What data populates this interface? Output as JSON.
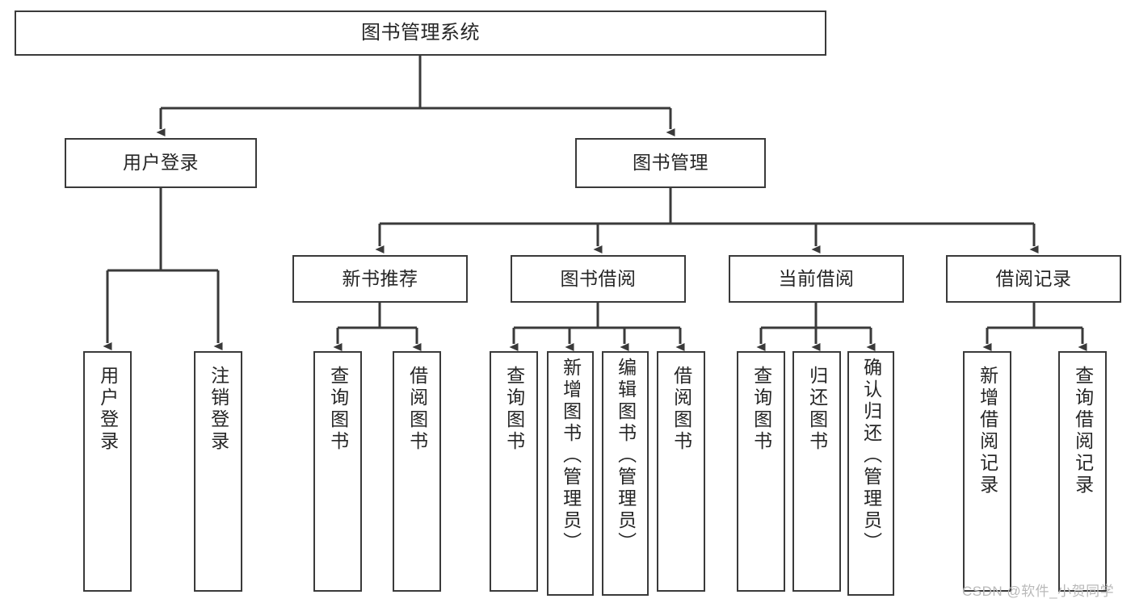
{
  "diagram": {
    "type": "tree",
    "title": "图书管理系统",
    "root": {
      "label": "图书管理系统"
    },
    "level2": [
      {
        "label": "用户登录"
      },
      {
        "label": "图书管理"
      }
    ],
    "level3": [
      {
        "label": "新书推荐"
      },
      {
        "label": "图书借阅"
      },
      {
        "label": "当前借阅"
      },
      {
        "label": "借阅记录"
      }
    ],
    "leaves": {
      "user_login": [
        {
          "label": "用户登录"
        },
        {
          "label": "注销登录"
        }
      ],
      "new_book_recommend": [
        {
          "label": "查询图书"
        },
        {
          "label": "借阅图书"
        }
      ],
      "book_borrow": [
        {
          "label": "查询图书"
        },
        {
          "label": "新增图书（管理员）"
        },
        {
          "label": "编辑图书（管理员）"
        },
        {
          "label": "借阅图书"
        }
      ],
      "current_borrow": [
        {
          "label": "查询图书"
        },
        {
          "label": "归还图书"
        },
        {
          "label": "确认归还（管理员）"
        }
      ],
      "borrow_records": [
        {
          "label": "新增借阅记录"
        },
        {
          "label": "查询借阅记录"
        }
      ]
    }
  },
  "watermark": {
    "text": "CSDN @软件_小贺同学"
  },
  "colors": {
    "stroke": "#3a3a3a",
    "background": "#ffffff",
    "text": "#262626",
    "watermark": "#b9b9b9"
  }
}
